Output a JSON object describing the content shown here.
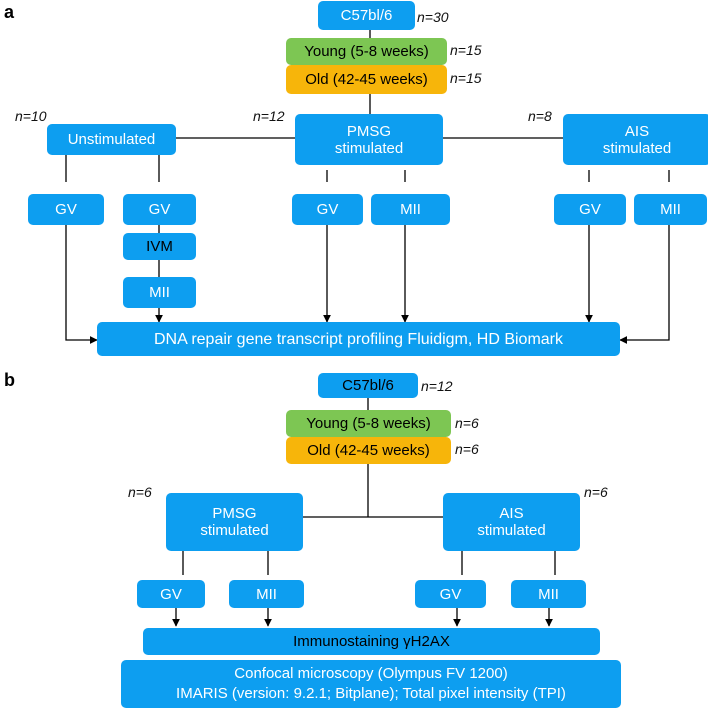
{
  "a": {
    "label": "a",
    "strain": "C57bl/6",
    "n_total": "n=30",
    "young": "Young (5-8 weeks)",
    "n_young": "n=15",
    "old": "Old (42-45 weeks)",
    "n_old": "n=15",
    "unstim": "Unstimulated",
    "n_unstim": "n=10",
    "pmsg_line1": "PMSG",
    "pmsg_line2": "stimulated",
    "n_pmsg": "n=12",
    "ais_line1": "AIS",
    "ais_line2": "stimulated",
    "n_ais": "n=8",
    "gv": "GV",
    "ivm": "IVM",
    "mii": "MII",
    "output": "DNA repair gene transcript profiling Fluidigm, HD Biomark"
  },
  "b": {
    "label": "b",
    "strain": "C57bl/6",
    "n_total": "n=12",
    "young": "Young (5-8 weeks)",
    "n_young": "n=6",
    "old": "Old (42-45 weeks)",
    "n_old": "n=6",
    "pmsg_line1": "PMSG",
    "pmsg_line2": "stimulated",
    "n_pmsg": "n=6",
    "ais_line1": "AIS",
    "ais_line2": "stimulated",
    "n_ais": "n=6",
    "gv": "GV",
    "mii": "MII",
    "immuno": "Immunostaining γH2AX",
    "confocal_line1": "Confocal microscopy (Olympus FV 1200)",
    "confocal_line2": "IMARIS (version: 9.2.1; Bitplane); Total pixel intensity (TPI)"
  }
}
